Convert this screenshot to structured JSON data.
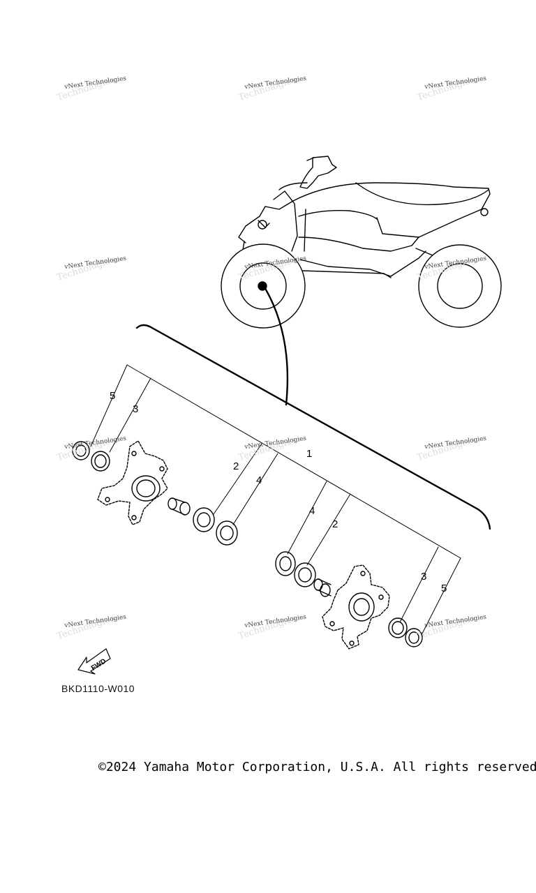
{
  "watermark": {
    "text": "vNext Technologies",
    "ghost": "Technologies"
  },
  "diagram_code": "BKD1110-W010",
  "fwd_label": "FWD",
  "copyright": "©2024 Yamaha Motor Corporation, U.S.A. All rights reserved.",
  "callouts": {
    "c1": "1",
    "c2a": "2",
    "c2b": "2",
    "c3a": "3",
    "c3b": "3",
    "c4a": "4",
    "c4b": "4",
    "c5a": "5",
    "c5b": "5"
  }
}
